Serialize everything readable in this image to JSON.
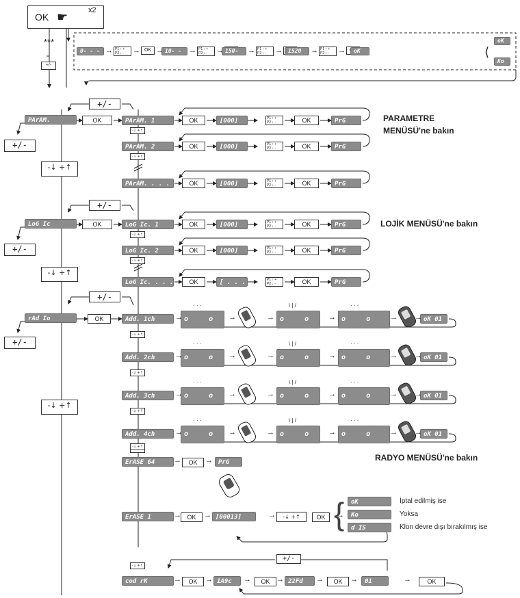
{
  "top": {
    "ok_label": "OK",
    "times": "x2",
    "stars": "***",
    "plus_minus": "+/-"
  },
  "top_sequence": [
    "0- - -",
    "10- -",
    "150-",
    "1520",
    "oK"
  ],
  "top_results": [
    "oK",
    "Ko"
  ],
  "common": {
    "ok": "OK",
    "plus_minus": "+/-",
    "down_up": "-↓ +↑",
    "p1": "P1",
    "p2": "P2",
    "value": "[000]",
    "prg": "PrG"
  },
  "menus": {
    "param": {
      "title": "PArAM.",
      "items": [
        "PArAM. 1",
        "PArAM. 2",
        "PArAM. . . ."
      ],
      "note": [
        "PARAMETRE",
        "MENÜSÜ'ne bakın"
      ]
    },
    "logic": {
      "title": "LoG Ic",
      "items": [
        "LoG Ic. 1",
        "LoG Ic. 2",
        "LoG Ic. . . ."
      ],
      "last_value": "[ . . . ]",
      "note": "LOJİK MENÜSÜ'ne bakın"
    },
    "radio": {
      "title": "rAd Io",
      "items": [
        "Add. 1ch",
        "Add. 2ch",
        "Add. 3ch",
        "Add. 4ch"
      ],
      "result": "oK 01",
      "segments": "o     o",
      "note": "RADYO MENÜSÜ'ne bakın",
      "erase64": "ErASE 64",
      "erase1": "ErASE 1",
      "code": "[00013]",
      "outcomes": [
        {
          "display": "oK",
          "text": "İptal edilmiş ise"
        },
        {
          "display": "Ko",
          "text": "Yoksa"
        },
        {
          "display": "d IS",
          "text": "Klon devre dışı bırakılmış ise"
        }
      ],
      "cod_rx": "cod rK",
      "cod_seq": [
        "1A9c",
        "22Fd",
        "01"
      ]
    }
  },
  "colors": {
    "lcd": "#8c8c8c",
    "line": "#222222"
  }
}
